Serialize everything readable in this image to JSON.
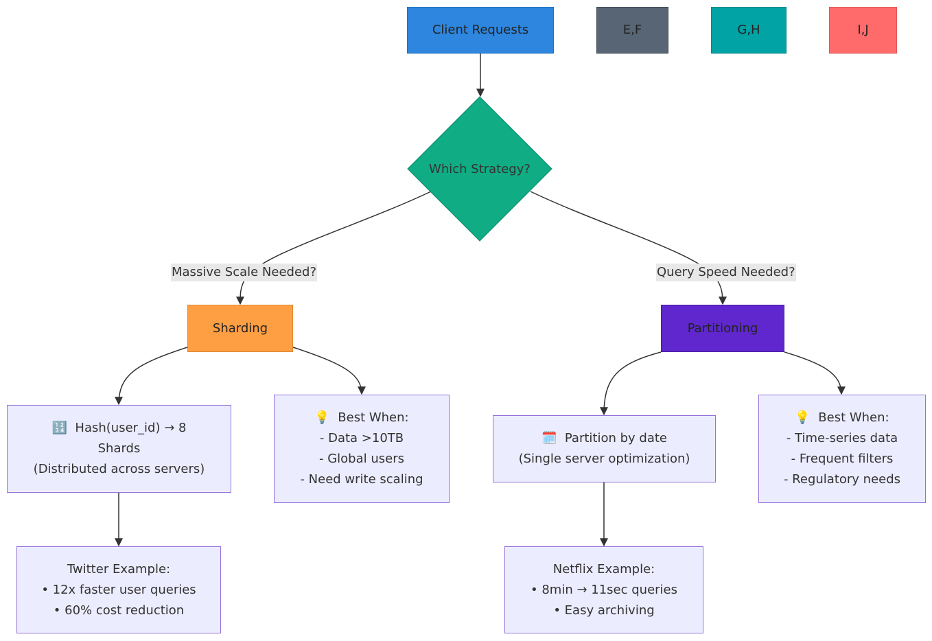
{
  "colors": {
    "client": "#2e86de",
    "ef": "#576574",
    "gh": "#01a3a4",
    "ij": "#ff6b6b",
    "decision": "#10ac84",
    "sharding": "#ff9f43",
    "partitioning": "#5f27cd",
    "box_fill": "#ececff",
    "box_border": "#9370db",
    "edge": "#333333"
  },
  "nodes": {
    "client": "Client Requests",
    "ef": "E,F",
    "gh": "G,H",
    "ij": "I,J",
    "decision": "Which Strategy?",
    "sharding": "Sharding",
    "partitioning": "Partitioning",
    "hash": {
      "icon": "🔢",
      "line1": "Hash(user_id) → 8",
      "line2": "Shards",
      "line3": "(Distributed across servers)"
    },
    "shard_best": {
      "icon": "💡",
      "title": "Best When:",
      "items": [
        "- Data >10TB",
        "- Global users",
        "- Need write scaling"
      ]
    },
    "partition_date": {
      "icon": "🗓️",
      "line1": "Partition by date",
      "line2": "(Single server optimization)"
    },
    "partition_best": {
      "icon": "💡",
      "title": "Best When:",
      "items": [
        "- Time-series data",
        "- Frequent filters",
        "- Regulatory needs"
      ]
    },
    "twitter": {
      "title": "Twitter Example:",
      "items": [
        "• 12x faster user queries",
        "• 60% cost reduction"
      ]
    },
    "netflix": {
      "title": "Netflix Example:",
      "items": [
        "• 8min → 11sec queries",
        "• Easy archiving"
      ]
    }
  },
  "edge_labels": {
    "scale": "Massive Scale Needed?",
    "speed": "Query Speed Needed?"
  }
}
